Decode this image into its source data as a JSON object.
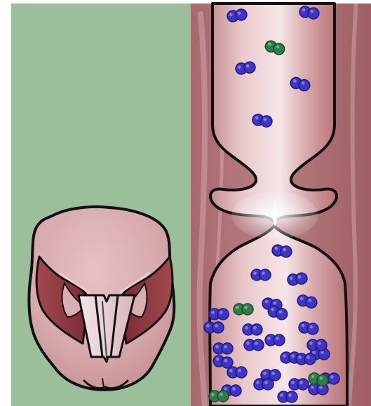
{
  "image": {
    "subject": "illustration",
    "panels": [
      {
        "name": "larynx-top-view"
      },
      {
        "name": "airway-cross-section"
      }
    ]
  },
  "colors": {
    "background_green": "#9bbf9a",
    "tissue_outer": "#b97a7d",
    "tissue_dark": "#9a5c60",
    "tissue_light": "#e7c7c9",
    "airway_fill": "#f2dcdd",
    "airway_edge": "#d7a7aa",
    "outline": "#151515",
    "molecule_blue": "#3f33c8",
    "molecule_blue_dark": "#1d1a7a",
    "molecule_green": "#2f7d4a",
    "molecule_green_dark": "#174a2b"
  },
  "molecules": {
    "blue_pairs": 31,
    "green_pairs": 4
  }
}
